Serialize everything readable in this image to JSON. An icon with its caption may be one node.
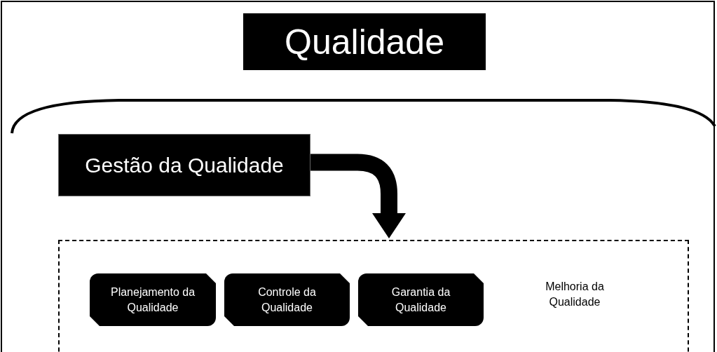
{
  "diagram": {
    "nodes": [
      {
        "text": [
          "Qualidade"
        ]
      },
      {
        "text": [
          "Gestão da Qualidade"
        ]
      },
      {
        "text": [],
        "shape": "box"
      },
      {
        "text": [
          "Planejamento da Qualidade"
        ],
        "in": 2
      },
      {
        "text": [
          "Controle da Qualidade"
        ],
        "in": 2
      },
      {
        "text": [
          "Garantia da Qualidade"
        ],
        "in": 2
      },
      {
        "text": [
          "Melhoria da Qualidade"
        ],
        "in": 2
      }
    ],
    "edges": [
      {
        "from": 1,
        "to": 2,
        "arrow": "to"
      }
    ]
  }
}
